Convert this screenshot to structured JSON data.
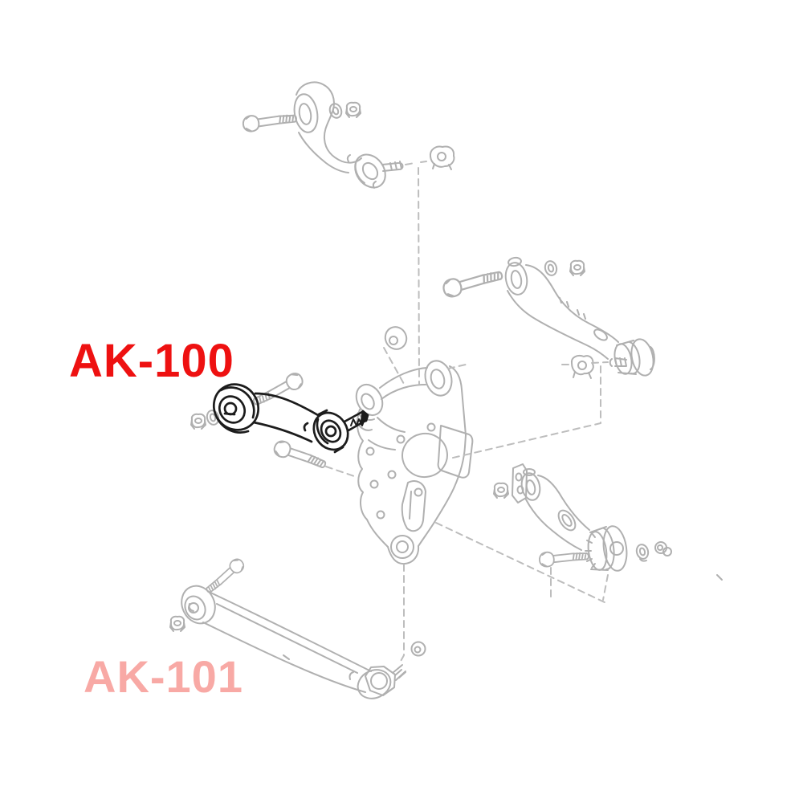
{
  "page": {
    "background_color": "#ffffff",
    "kind": "suspension-parts-exploded-diagram"
  },
  "labels": {
    "primary": {
      "text": "AK-100",
      "color": "#ee1111"
    },
    "secondary": {
      "text": "AK-101",
      "color": "#f8a9a5"
    }
  },
  "diagram": {
    "stroke_color": "#b0b0b0",
    "highlight_stroke_color": "#1c1c1c",
    "dash_line_color": "#bdbdbd",
    "parts": [
      "upper-control-arm-assembly",
      "front-lateral-link-highlighted",
      "rear-knuckle",
      "rear-upper-control-arm-assembly",
      "rear-lower-control-arm-assembly",
      "trailing-rod-assembly",
      "bolts-nuts-washers"
    ]
  }
}
